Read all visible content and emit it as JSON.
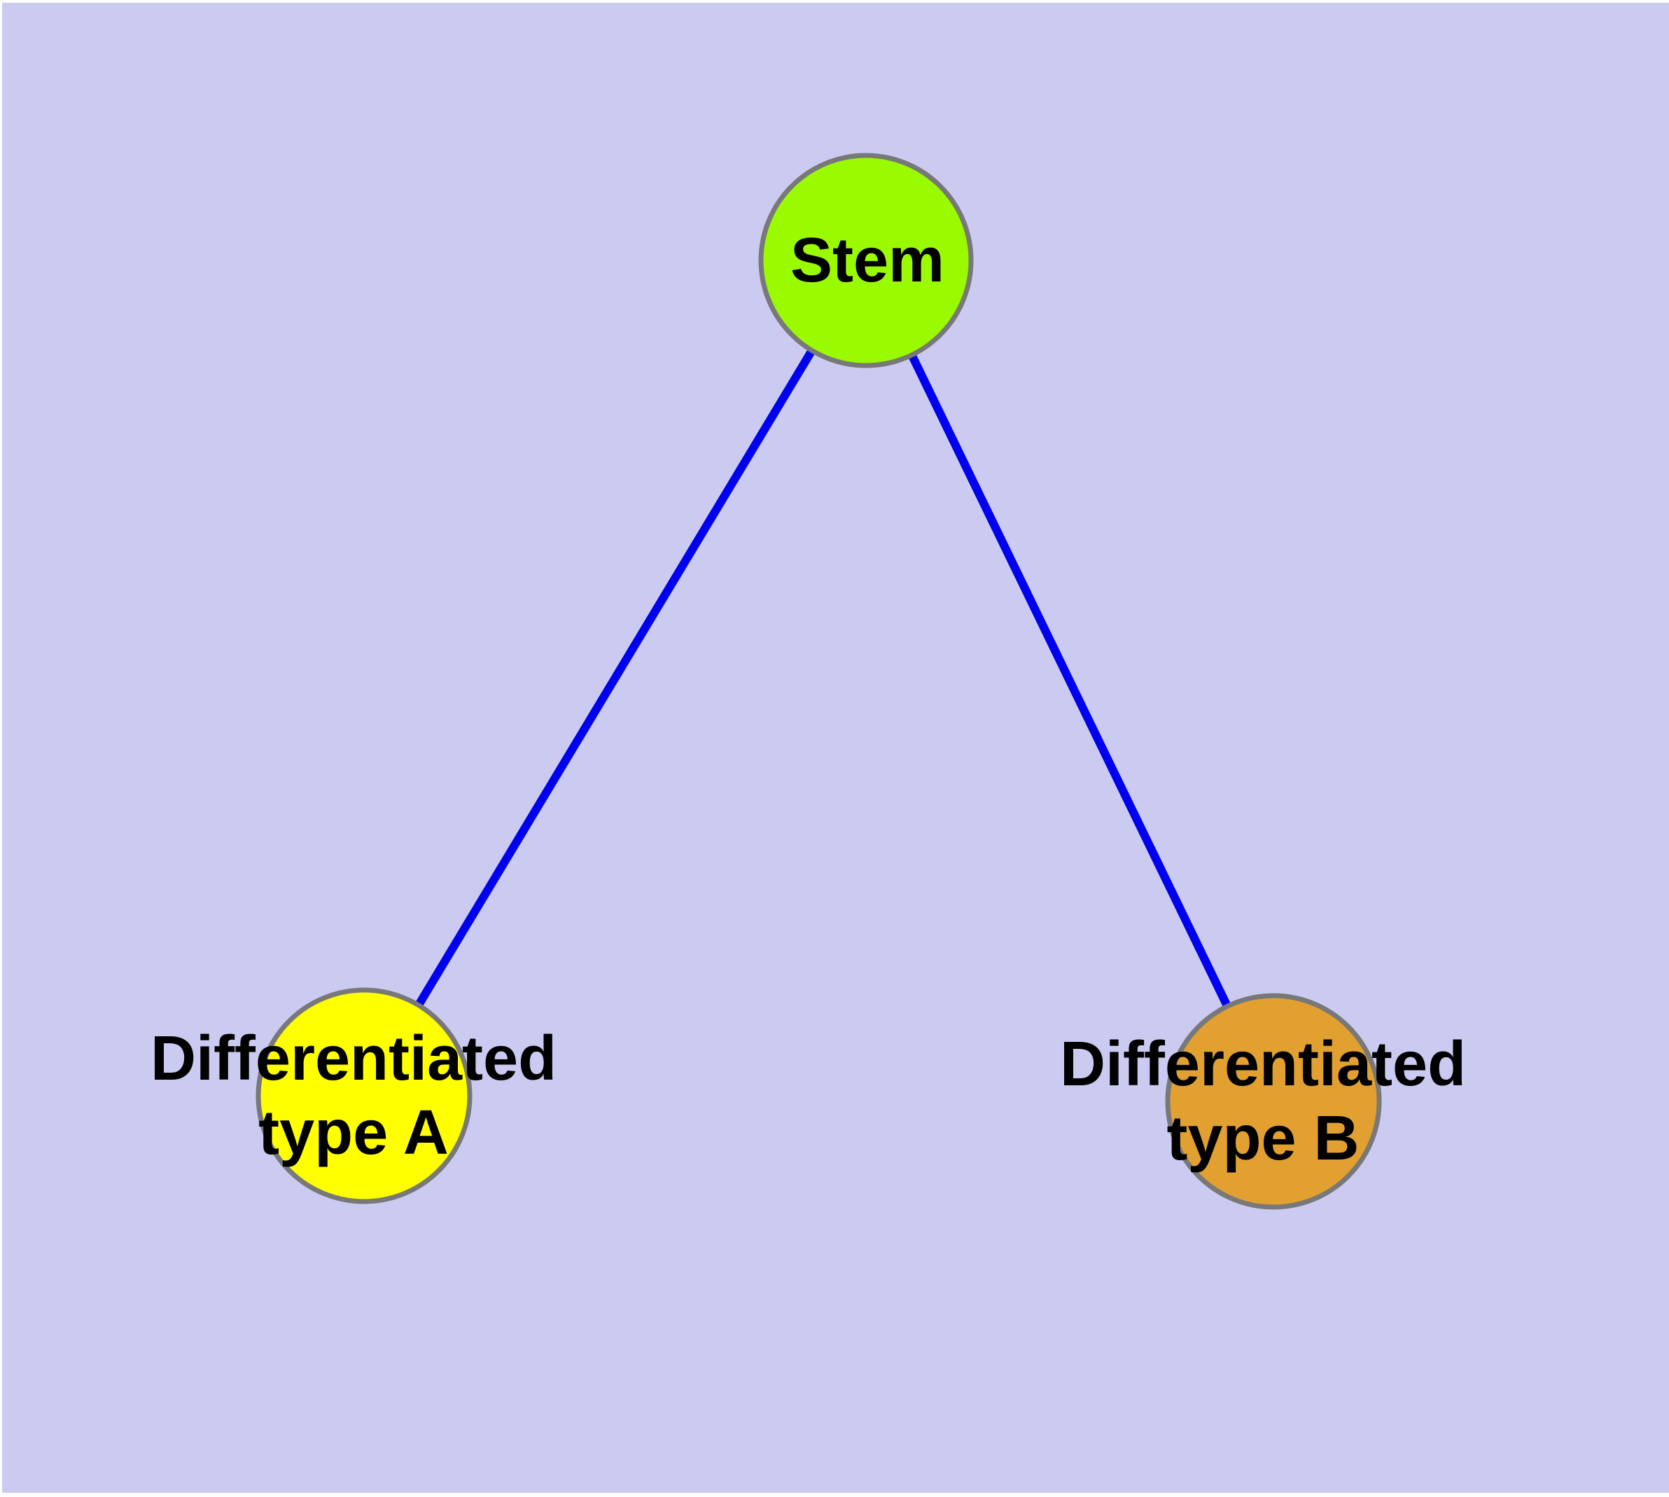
{
  "diagram": {
    "type": "node-link-graph",
    "nodes": [
      {
        "id": "stem",
        "label": "Stem",
        "label_lines": [
          "Stem"
        ],
        "fill": "#9AFB00",
        "border": "#787878"
      },
      {
        "id": "differentiated-type-a",
        "label": "Differentiated type A",
        "label_lines": [
          "Differentiated",
          "type A"
        ],
        "fill": "#FFFF00",
        "border": "#787878"
      },
      {
        "id": "differentiated-type-b",
        "label": "Differentiated type B",
        "label_lines": [
          "Differentiated",
          "type B"
        ],
        "fill": "#E2A030",
        "border": "#787878"
      }
    ],
    "edges": [
      {
        "from": "Stem",
        "to": "Differentiated type A",
        "color": "#0000F0"
      },
      {
        "from": "Stem",
        "to": "Differentiated type B",
        "color": "#0000F0"
      }
    ],
    "colors": {
      "background": "#CBCBF2",
      "page_margin": "#FFFFFF",
      "edge": "#0000F0",
      "node_border": "#787878",
      "label_text": "#000000"
    }
  }
}
